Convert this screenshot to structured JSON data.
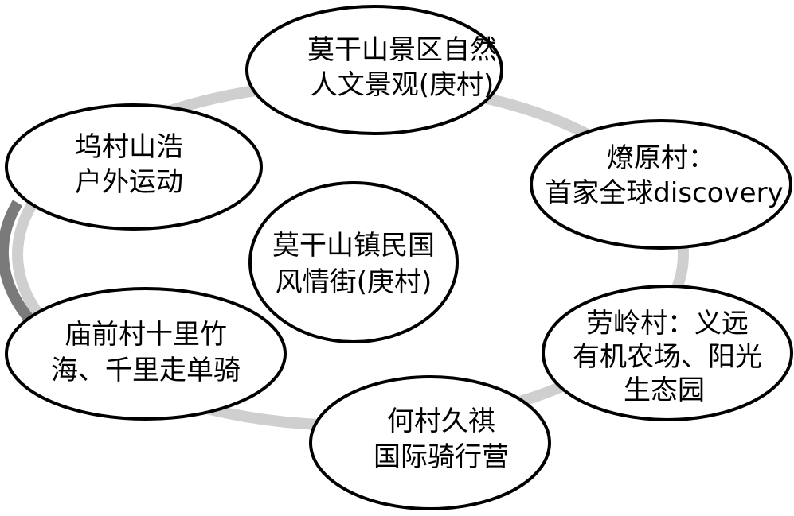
{
  "colors": {
    "ring_light": "#cfcfcf",
    "ring_dark": "#7a7a7a",
    "node_fill": "#ffffff",
    "node_stroke": "#000000",
    "text": "#000000"
  },
  "center": {
    "lines": [
      "莫干山镇民国",
      "风情街(庚村)"
    ]
  },
  "nodes": [
    {
      "id": "top",
      "lines": [
        "莫干山景区自然",
        "人文景观(庚村)"
      ]
    },
    {
      "id": "right-top",
      "lines": [
        "燎原村：",
        "首家全球discovery"
      ]
    },
    {
      "id": "right-bottom",
      "lines": [
        "劳岭村：义远",
        "有机农场、阳光",
        "生态园"
      ]
    },
    {
      "id": "bottom",
      "lines": [
        "何村久祺",
        "国际骑行营"
      ]
    },
    {
      "id": "left-bottom",
      "lines": [
        "庙前村十里竹",
        "海、千里走单骑"
      ]
    },
    {
      "id": "left-top",
      "lines": [
        "坞村山浩",
        "户外运动"
      ]
    }
  ]
}
